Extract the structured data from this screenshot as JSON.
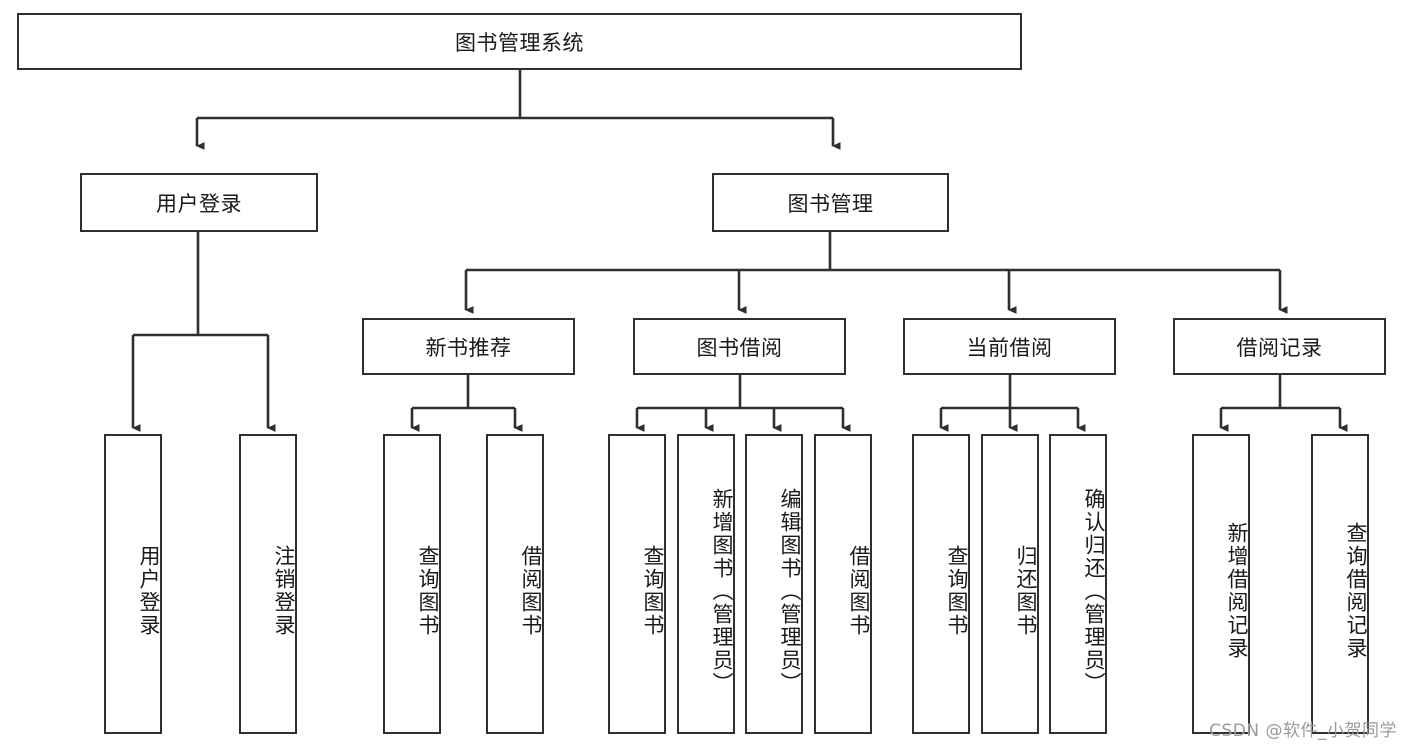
{
  "diagram": {
    "type": "tree",
    "title": "图书管理系统",
    "orientation": "top-down",
    "root": {
      "id": "root",
      "label": "图书管理系统"
    },
    "level2": [
      {
        "id": "user-login",
        "label": "用户登录"
      },
      {
        "id": "book-manage",
        "label": "图书管理"
      }
    ],
    "level3": [
      {
        "id": "new-book-rec",
        "label": "新书推荐",
        "parent": "book-manage"
      },
      {
        "id": "book-borrow",
        "label": "图书借阅",
        "parent": "book-manage"
      },
      {
        "id": "current-borrow",
        "label": "当前借阅",
        "parent": "book-manage"
      },
      {
        "id": "borrow-record",
        "label": "借阅记录",
        "parent": "book-manage"
      }
    ],
    "leaves": {
      "user-login": [
        {
          "id": "leaf-user-login",
          "label": "用户登录"
        },
        {
          "id": "leaf-logout",
          "label": "注销登录"
        }
      ],
      "new-book-rec": [
        {
          "id": "leaf-query-book-1",
          "label": "查询图书"
        },
        {
          "id": "leaf-borrow-book-1",
          "label": "借阅图书"
        }
      ],
      "book-borrow": [
        {
          "id": "leaf-query-book-2",
          "label": "查询图书"
        },
        {
          "id": "leaf-add-book",
          "label": "新增图书（管理员）"
        },
        {
          "id": "leaf-edit-book",
          "label": "编辑图书（管理员）"
        },
        {
          "id": "leaf-borrow-book-2",
          "label": "借阅图书"
        }
      ],
      "current-borrow": [
        {
          "id": "leaf-query-book-3",
          "label": "查询图书"
        },
        {
          "id": "leaf-return-book",
          "label": "归还图书"
        },
        {
          "id": "leaf-confirm-return",
          "label": "确认归还（管理员）"
        }
      ],
      "borrow-record": [
        {
          "id": "leaf-add-record",
          "label": "新增借阅记录"
        },
        {
          "id": "leaf-query-record",
          "label": "查询借阅记录"
        }
      ]
    },
    "watermark": "CSDN @软件_小贺同学",
    "colors": {
      "background": "#ffffff",
      "border": "#2f2f2f",
      "text": "#1a1a1a",
      "edge": "#2f2f2f",
      "watermark": "#9a9a9a"
    }
  }
}
